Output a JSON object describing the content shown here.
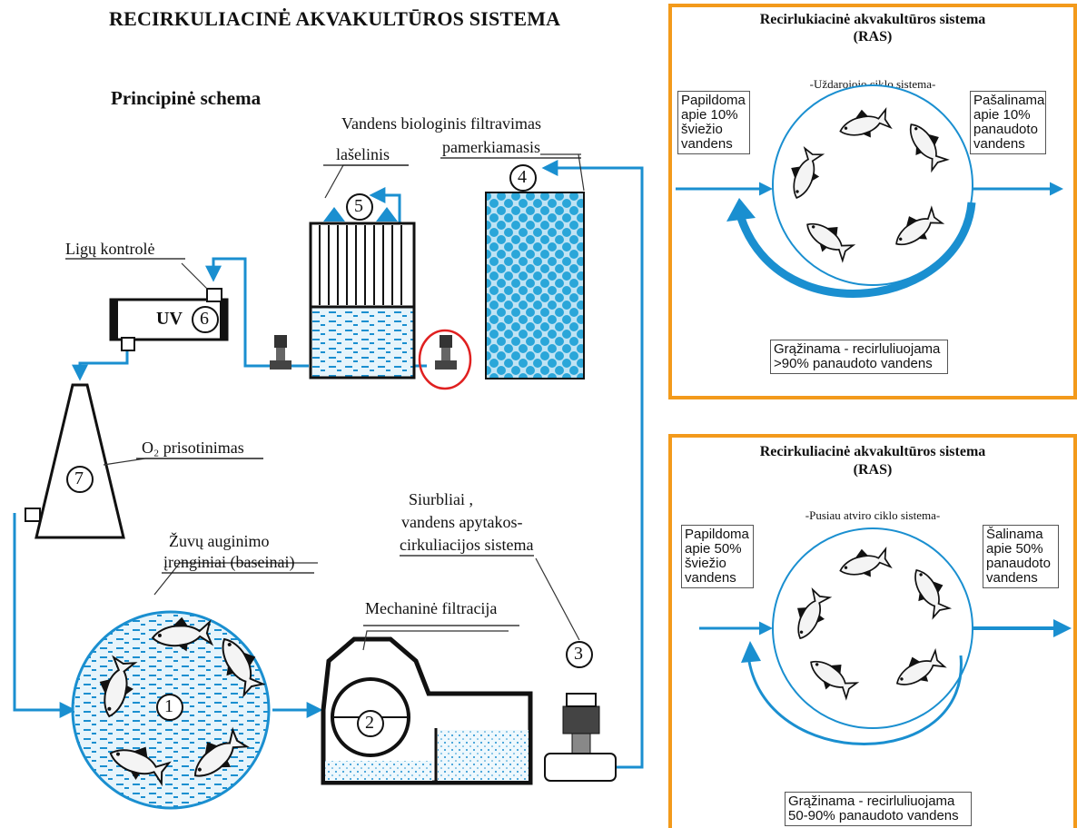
{
  "main_title": "RECIRKULIACINĖ AKVAKULTŪROS SISTEMA",
  "subtitle": "Principinė schema",
  "labels": {
    "bio_filter": "Vandens biologinis filtravimas",
    "trickling": "lašelinis",
    "submerged": "pamerkiamasis",
    "disease_control": "Ligų kontrolė",
    "uv": "UV",
    "oxygen": "O₂ prisotinimas",
    "fish_tanks_line1": "Žuvų auginimo",
    "fish_tanks_line2": "įrenginiai (baseinai)",
    "mech_filter": "Mechaninė filtracija",
    "pumps_line1": "Siurbliai ,",
    "pumps_line2": "vandens apytakos-",
    "pumps_line3": "cirkuliacijos sistema"
  },
  "numbers": [
    "1",
    "2",
    "3",
    "4",
    "5",
    "6",
    "7"
  ],
  "panel_closed": {
    "title_line1": "Recirlukiacinė akvakultūros sistema",
    "title_line2": "(RAS)",
    "subtitle": "-Uždarojojo ciklo sistema-",
    "in_note": [
      "Papildoma",
      "apie 10%",
      "šviežio",
      "vandens"
    ],
    "out_note": [
      "Pašalinama",
      "apie 10%",
      "panaudoto",
      "vandens"
    ],
    "return_note": [
      "Grąžinama - recirluliuojama",
      ">90% panaudoto vandens"
    ]
  },
  "panel_semi": {
    "title_line1": "Recirkuliacinė akvakultūros sistema",
    "title_line2": "(RAS)",
    "subtitle": "-Pusiau atviro ciklo sistema-",
    "in_note": [
      "Papildoma",
      "apie 50%",
      "šviežio",
      "vandens"
    ],
    "out_note": [
      "Šalinama",
      "apie 50%",
      "panaudoto",
      "vandens"
    ],
    "return_note": [
      "Grąžinama - recirluliuojama",
      "50-90% panaudoto vandens"
    ]
  },
  "colors": {
    "water": "#1a8fd0",
    "panel_border": "#f39a1b",
    "highlight": "#e02020"
  }
}
